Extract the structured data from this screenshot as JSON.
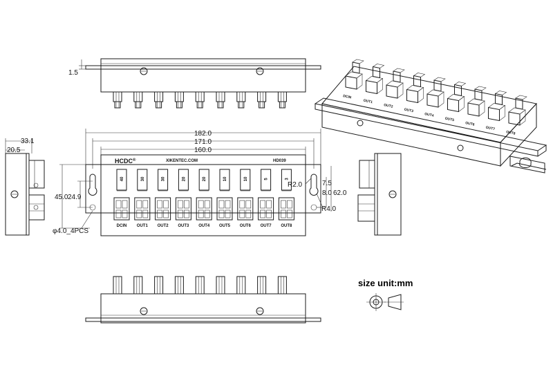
{
  "brand": "HCDC",
  "brand_mark": "®",
  "website": "XIKENTEC.COM",
  "model": "HD039",
  "fuse_ratings": [
    "40",
    "30",
    "30",
    "20",
    "20",
    "10",
    "10",
    "5",
    "3"
  ],
  "port_labels": [
    "DCIN",
    "OUT1",
    "OUT2",
    "OUT3",
    "OUT4",
    "OUT5",
    "OUT6",
    "OUT7",
    "OUT8"
  ],
  "iso_port_labels": [
    "DCIN",
    "OUT1",
    "OUT2",
    "OUT3",
    "OUT4",
    "OUT5",
    "OUT6",
    "OUT7",
    "OUT8"
  ],
  "dimensions": {
    "overall_length": "182.0",
    "hole_spacing": "171.0",
    "body_length": "160.0",
    "depth": "33.1",
    "body_depth": "20.5",
    "height": "45.0",
    "inner_height": "24.9",
    "plate_thickness": "1.5",
    "slot_radius_small": "R2.0",
    "slot_radius_large": "R4.0",
    "slot_top": "7.5",
    "slot_length": "8.0",
    "plate_height": "62.0",
    "hole_spec": "φ4.0_4PCS"
  },
  "size_unit": "size unit:mm"
}
